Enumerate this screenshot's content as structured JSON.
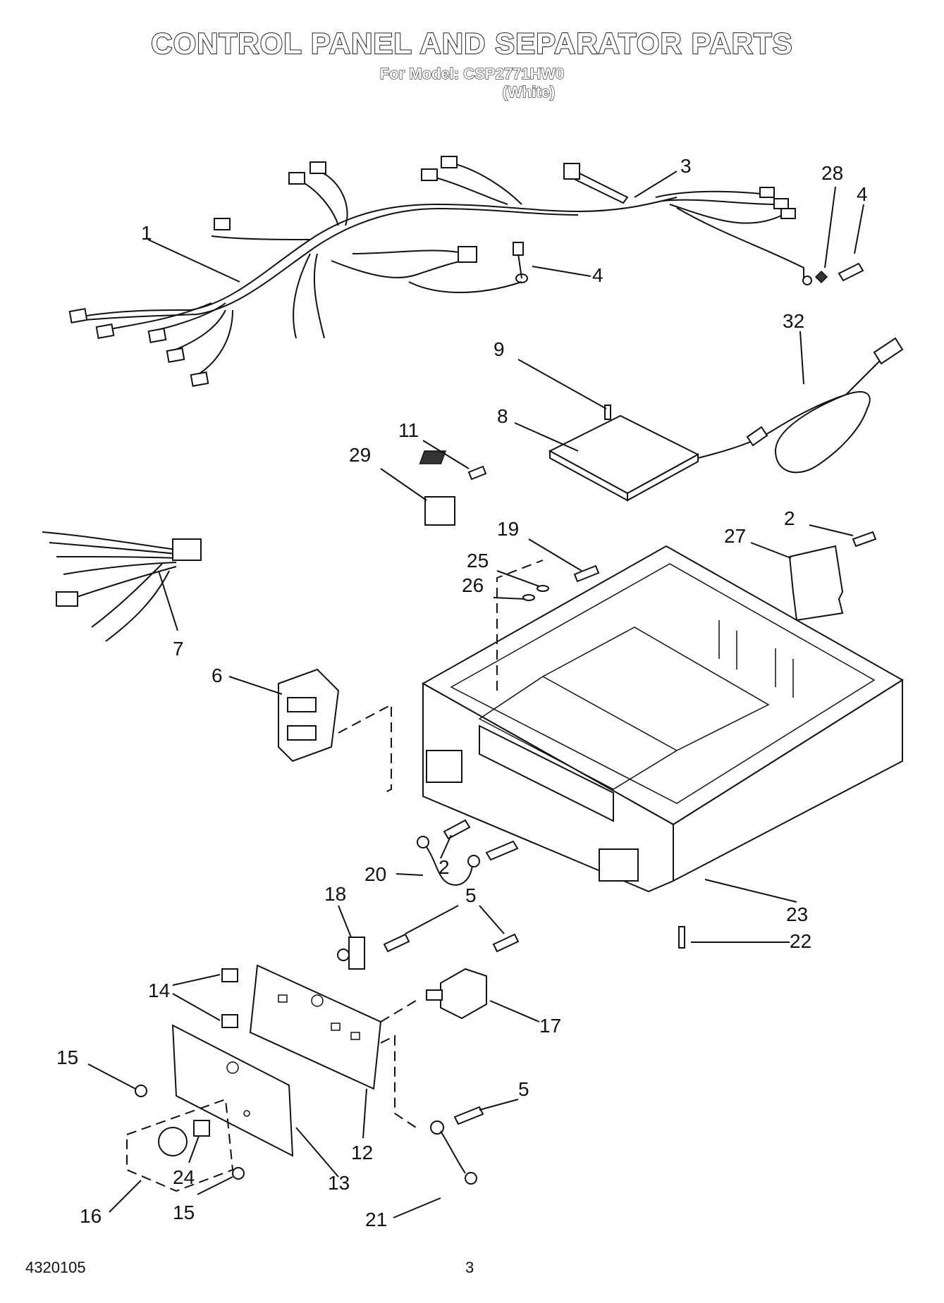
{
  "header": {
    "title": "CONTROL PANEL AND SEPARATOR PARTS",
    "model_line": "For Model: CSP2771HW0",
    "variant": "(White)"
  },
  "footer": {
    "doc_number": "4320105",
    "page_number": "3"
  },
  "callouts": {
    "c1": "1",
    "c2a": "2",
    "c2b": "2",
    "c3": "3",
    "c4a": "4",
    "c4b": "4",
    "c5a": "5",
    "c5b": "5",
    "c6": "6",
    "c7": "7",
    "c8": "8",
    "c9": "9",
    "c11": "11",
    "c12": "12",
    "c13": "13",
    "c14": "14",
    "c15a": "15",
    "c15b": "15",
    "c16": "16",
    "c17": "17",
    "c18": "18",
    "c19": "19",
    "c20": "20",
    "c21": "21",
    "c22": "22",
    "c23": "23",
    "c24": "24",
    "c25": "25",
    "c26": "26",
    "c27": "27",
    "c28": "28",
    "c29": "29",
    "c32": "32"
  }
}
